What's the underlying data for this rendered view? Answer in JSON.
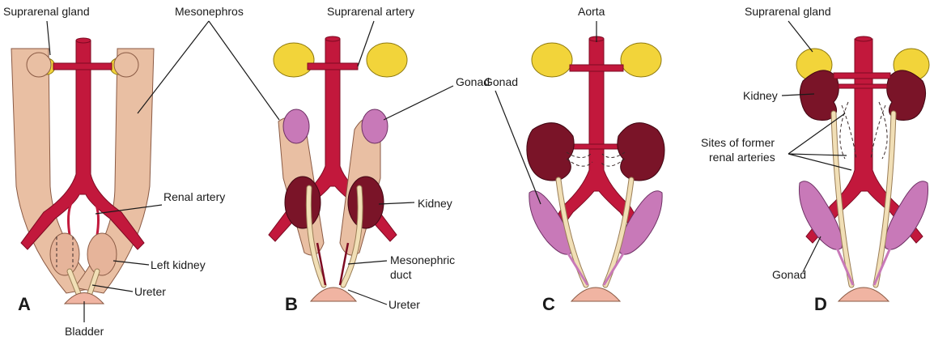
{
  "panels": [
    "A",
    "B",
    "C",
    "D"
  ],
  "labels": {
    "a_suprarenal_gland": "Suprarenal gland",
    "a_mesonephros": "Mesonephros",
    "a_renal_artery": "Renal artery",
    "a_left_kidney": "Left kidney",
    "a_ureter": "Ureter",
    "a_bladder": "Bladder",
    "b_suprarenal_artery": "Suprarenal artery",
    "b_gonad": "Gonad",
    "b_kidney": "Kidney",
    "b_mesonephric_duct_1": "Mesonephric",
    "b_mesonephric_duct_2": "duct",
    "b_ureter": "Ureter",
    "c_aorta": "Aorta",
    "d_suprarenal_gland": "Suprarenal gland",
    "d_kidney": "Kidney",
    "d_sites_1": "Sites of former",
    "d_sites_2": "renal arteries",
    "d_gonad": "Gonad"
  },
  "colors": {
    "aorta": "#c2183c",
    "mesonephros": "#e9bfa3",
    "suprarenal_gland": "#f2d43a",
    "kidney": "#7a1428",
    "gonad": "#c879b8",
    "ureter": "#f1dfb6",
    "bladder": "#f0b4a2"
  }
}
